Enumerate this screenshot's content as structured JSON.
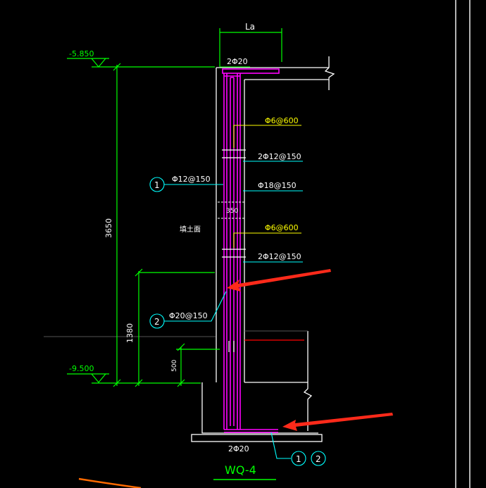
{
  "colors": {
    "background": "#000000",
    "dimension": "#00ff00",
    "structure": "#ffffff",
    "rebar": "#ff00ff",
    "leader": "#00ffff",
    "annotation_yellow": "#ffff00",
    "highlight_red": "#ff0000",
    "arrow_red": "#ff2a1a",
    "stroke_orange": "#ff6a00"
  },
  "labels": {
    "la": "La",
    "top_bars": "2Φ20",
    "bottom_bars": "2Φ20",
    "tie_upper": "Φ6@600",
    "tie_lower": "Φ6@600",
    "bars_upper": "2Φ12@150",
    "bars_lower": "2Φ12@150",
    "horizontal_bars": "Φ18@150",
    "circle_1": "1",
    "circle_2": "2",
    "rebar_1": "Φ12@150",
    "rebar_2": "Φ20@150",
    "gap_350": "350",
    "soil_side": "填土面",
    "elev_top": "-5.850",
    "elev_bottom": "-9.500",
    "dim_3650": "3650",
    "dim_1380": "1380",
    "dim_500": "500",
    "circle_b1": "1",
    "circle_b2": "2",
    "title": "WQ-4"
  }
}
